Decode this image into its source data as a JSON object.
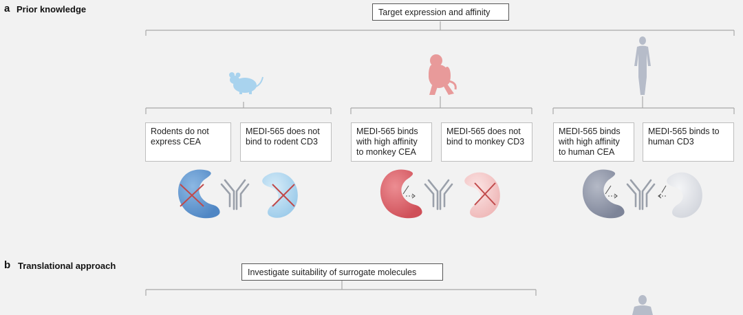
{
  "section_a": {
    "letter": "a",
    "title": "Prior knowledge",
    "header": "Target expression and affinity",
    "species": [
      {
        "name": "rodent",
        "icon": "mouse-icon",
        "color": "#a9d3ee",
        "boxes": [
          "Rodents do not express CEA",
          "MEDI-565 does not bind to rodent CD3"
        ]
      },
      {
        "name": "monkey",
        "icon": "monkey-icon",
        "color": "#e89a9a",
        "boxes": [
          "MEDI-565 binds with high affinity to monkey CEA",
          "MEDI-565 does not bind to monkey CD3"
        ]
      },
      {
        "name": "human",
        "icon": "human-icon",
        "color": "#b6bcc9",
        "boxes": [
          "MEDI-565 binds with high affinity to human CEA",
          "MEDI-565 binds to human CD3"
        ]
      }
    ]
  },
  "section_b": {
    "letter": "b",
    "title": "Translational approach",
    "header": "Investigate suitability of surrogate molecules"
  },
  "colors": {
    "rodent_cea": "#5d93cf",
    "rodent_cd3": "#a9d3ee",
    "monkey_cea": "#d95c63",
    "monkey_cd3": "#f2c3c3",
    "human_cea": "#8990a3",
    "human_cd3": "#dadde4",
    "cross": "#c0494a",
    "antibody": "#9aa0aa",
    "bracket": "#a8a8a8"
  }
}
